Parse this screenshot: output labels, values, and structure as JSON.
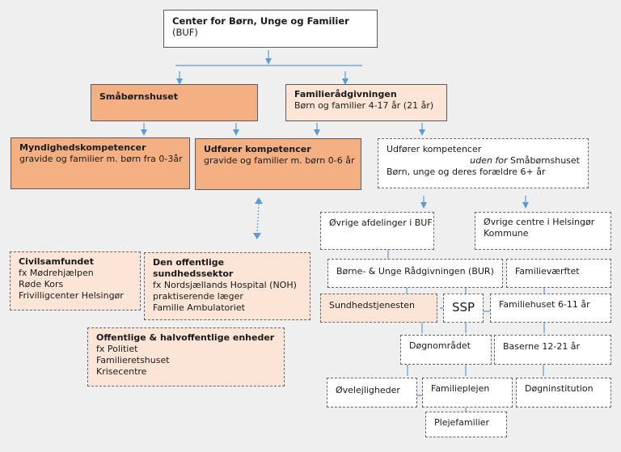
{
  "title": "Organisationsdiagram – Center for Børn, Unge og Familier",
  "colors": {
    "background": "#efefef",
    "orange": "#f4b083",
    "peach": "#fce4d6",
    "white": "#ffffff",
    "connector": "#5b9bd5",
    "border": "#5a5a5a"
  },
  "nodes": {
    "buf": {
      "title": "Center for Børn, Unge og Familier",
      "suffix": " (BUF)"
    },
    "smaaboernshuset": {
      "title": "Småbørnshuset"
    },
    "familieraadgivningen": {
      "title": "Familierådgivningen",
      "lines": [
        "Børn og familier 4-17 år (21 år)"
      ]
    },
    "myndighed": {
      "title": "Myndighedskompetencer",
      "lines": [
        "gravide og familier m. børn fra 0-3år"
      ]
    },
    "udfoerer": {
      "title": "Udfører kompetencer",
      "lines": [
        "gravide og familier m. børn 0-6 år"
      ]
    },
    "udfoerer_uden": {
      "line1": "Udfører kompetencer",
      "line2_italic": "uden for",
      "line2_rest": " Småbørnshuset",
      "line3": "Børn, unge og deres forældre 6+ år"
    },
    "oevrige_afdelinger": {
      "title": "Øvrige afdelinger i BUF"
    },
    "oevrige_centre": {
      "lines": [
        "Øvrige centre i Helsingør",
        "Kommune"
      ]
    },
    "bur": {
      "title": "Børne- & Unge Rådgivningen (BUR)"
    },
    "familievaerftet": {
      "title": "Familieværftet"
    },
    "sundhedstjenesten": {
      "title": "Sundhedstjenesten"
    },
    "ssp": {
      "title": "SSP"
    },
    "familiehuset": {
      "title": "Familiehuset 6-11 år"
    },
    "doegnomraadet": {
      "title": "Døgnområdet"
    },
    "baserne": {
      "title": "Baserne 12-21 år"
    },
    "oevelejligheder": {
      "title": "Øvelejligheder"
    },
    "familieplejen": {
      "title": "Familieplejen"
    },
    "doegninstitution": {
      "title": "Døgninstitution"
    },
    "plejefamilier": {
      "title": "Plejefamilier"
    },
    "civilsamfundet": {
      "title": "Civilsamfundet",
      "lines": [
        "fx Mødrehjælpen",
        "Røde Kors",
        "Frivilligcenter Helsingør"
      ]
    },
    "sundhedssektor": {
      "title_lines": [
        "Den offentlige",
        "sundhedssektor"
      ],
      "lines": [
        "fx Nordsjællands Hospital (NOH)",
        "praktiserende læger",
        "Familie Ambulatoriet"
      ]
    },
    "offentlige_enheder": {
      "title": "Offentlige & halvoffentlige enheder",
      "lines": [
        "fx Politiet",
        "Familieretshuset",
        "Krisecentre"
      ]
    }
  }
}
